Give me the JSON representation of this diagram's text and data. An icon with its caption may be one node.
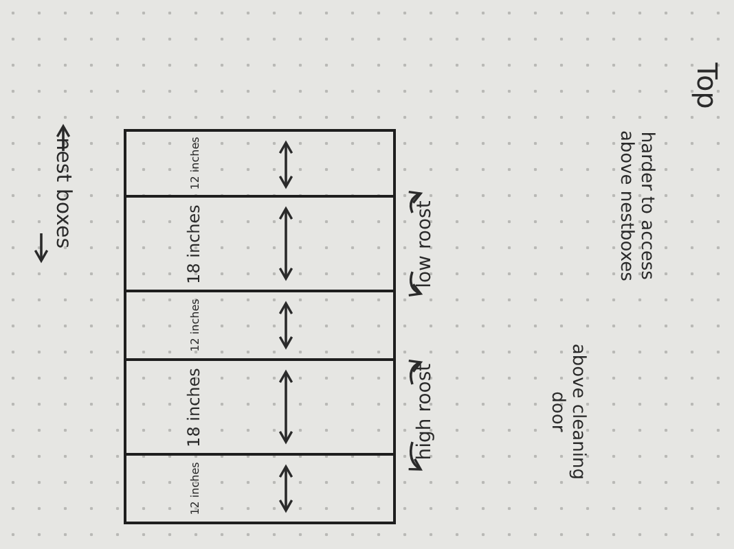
{
  "diagram": {
    "nodes": [
      {
        "text": [
          "12 inches"
        ]
      },
      {
        "text": [
          "18 inches"
        ]
      },
      {
        "text": [
          "12 inches"
        ]
      },
      {
        "text": [
          "18 inches"
        ]
      },
      {
        "text": [
          "12 inches"
        ]
      }
    ],
    "edges": [],
    "labels": [
      "Top",
      "nest boxes",
      "low roost",
      "high roost",
      "above cleaning door",
      "harder to access above nestboxes"
    ]
  }
}
